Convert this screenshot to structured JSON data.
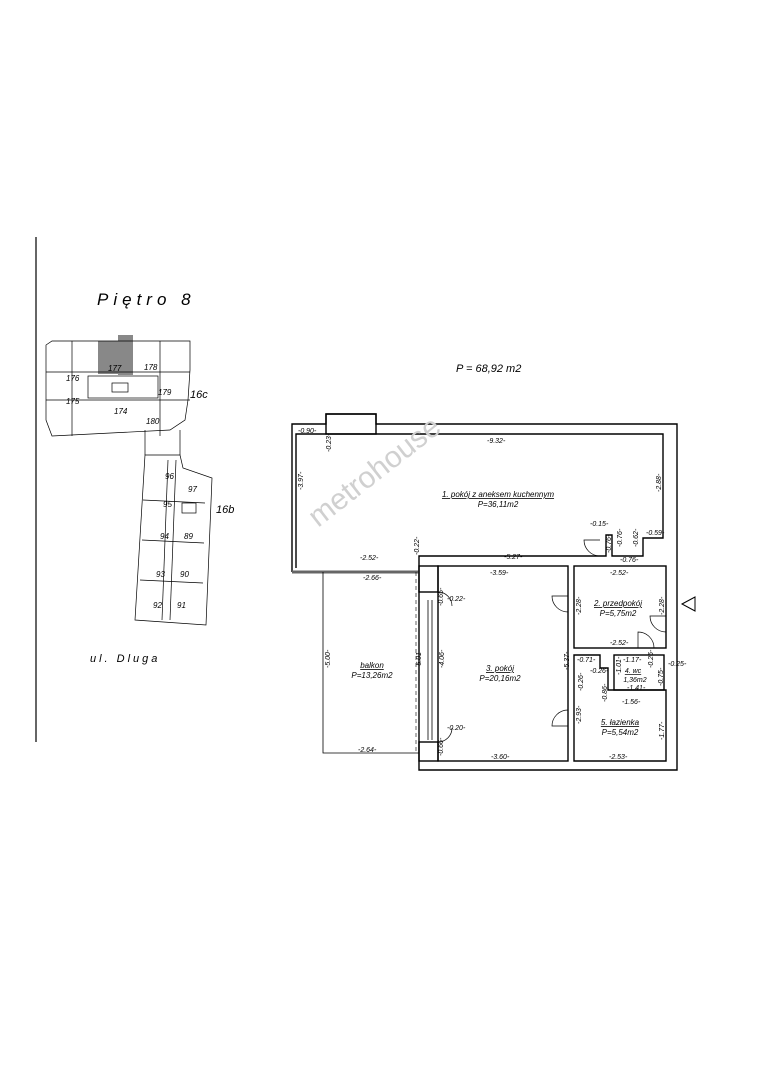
{
  "floor_title": "Piętro 8",
  "street": "ul. Dluga",
  "total_area": "P = 68,92 m2",
  "watermark": "metrohouse",
  "key_plan": {
    "buildings": [
      "16c",
      "16b"
    ],
    "units_16c": [
      "177",
      "178",
      "176",
      "179",
      "175",
      "174",
      "180"
    ],
    "units_16b": [
      "96",
      "97",
      "95",
      "94",
      "89",
      "93",
      "90",
      "92",
      "91"
    ]
  },
  "rooms": [
    {
      "name": "1. pokój z aneksem kuchennym",
      "area": "P=36,11m2"
    },
    {
      "name": "2. przedpokój",
      "area": "P=5,75m2"
    },
    {
      "name": "3. pokój",
      "area": "P=20,16m2"
    },
    {
      "name": "4. wc",
      "area": "1,36m2"
    },
    {
      "name": "5. łazienka",
      "area": "P=5,54m2"
    },
    {
      "name": "balkon",
      "area": "P=13,26m2"
    }
  ],
  "dims": [
    "-0.90-",
    "-0.23-",
    "-9.32-",
    "-3.97-",
    "-2.88-",
    "-0.15-",
    "-0.59-",
    "-0.76-",
    "-0.76-",
    "-0.62-",
    "-0.76-",
    "-5.27-",
    "-2.52-",
    "-0.22-",
    "-2.66-",
    "-3.59-",
    "-2.52-",
    "-0.65-",
    "-0.22-",
    "-2.28-",
    "-2.28-",
    "-2.52-",
    "-5.00-",
    "-5.01-",
    "-4.06-",
    "-5.37-",
    "-0.71-",
    "-0.26-",
    "-0.26-",
    "-1.17-",
    "-0.26-",
    "-0.25-",
    "-1.01-",
    "-0.75-",
    "-1.41-",
    "-1.56-",
    "-0.86-",
    "-2.93-",
    "-1.77-",
    "-0.20-",
    "-0.66-",
    "-2.64-",
    "-3.60-",
    "-2.53-"
  ]
}
